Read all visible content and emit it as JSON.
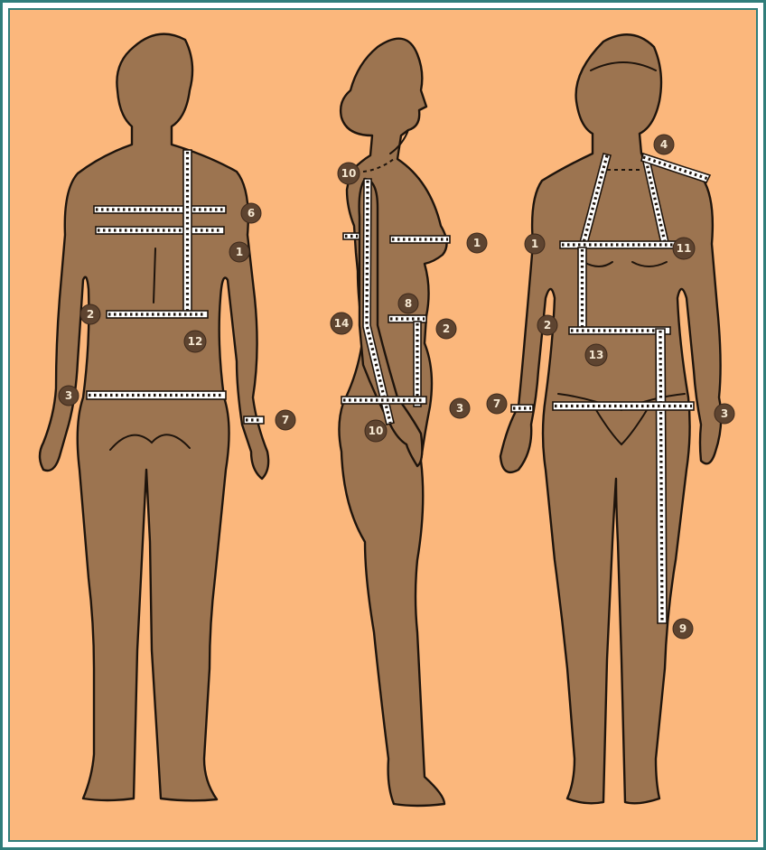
{
  "title": "",
  "figures": [
    {
      "view": "back",
      "markers": [
        "6",
        "1",
        "2",
        "12",
        "3",
        "7"
      ]
    },
    {
      "view": "side",
      "markers": [
        "10",
        "1",
        "8",
        "14",
        "2",
        "3",
        "10"
      ]
    },
    {
      "view": "front",
      "markers": [
        "4",
        "1",
        "11",
        "2",
        "13",
        "7",
        "3",
        "9"
      ]
    }
  ],
  "colors": {
    "background": "#fbb77c",
    "frame": "#2f7d7a",
    "body": "#9c7450",
    "outline": "#1e140c",
    "marker": "#5e4430",
    "tape": "#ffffff"
  }
}
